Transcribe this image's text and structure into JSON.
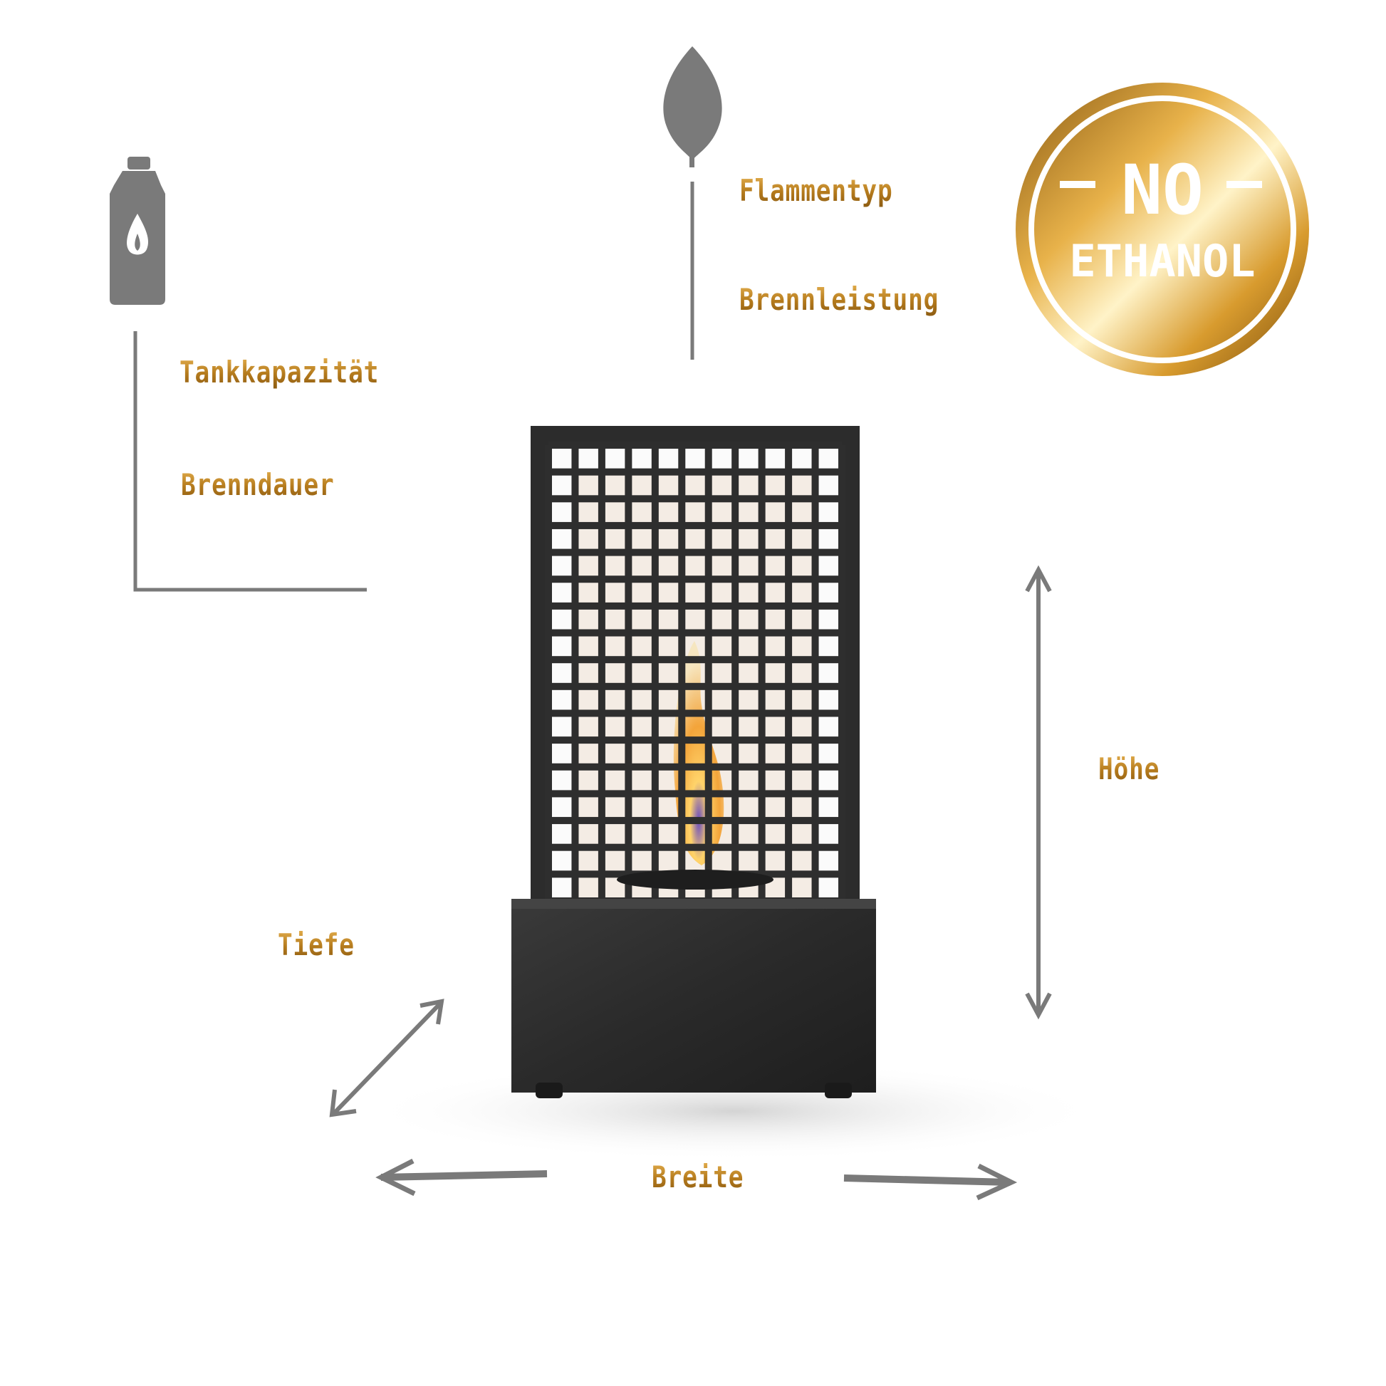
{
  "features": {
    "tank_label": "Tankkapazität",
    "burn_time_label": "Brenndauer",
    "flame_type_label": "Flammentyp",
    "burn_power_label": "Brennleistung"
  },
  "badge": {
    "line1": "NO",
    "line2": "ETHANOL"
  },
  "dimensions": {
    "height_label": "Höhe",
    "depth_label": "Tiefe",
    "width_label": "Breite"
  },
  "icons": {
    "tank": "bottle-flame-icon",
    "flame": "leaf-flame-icon"
  },
  "colors": {
    "gold": "#b47a1c",
    "gray": "#7a7a7a",
    "product": "#2b2b2b"
  }
}
